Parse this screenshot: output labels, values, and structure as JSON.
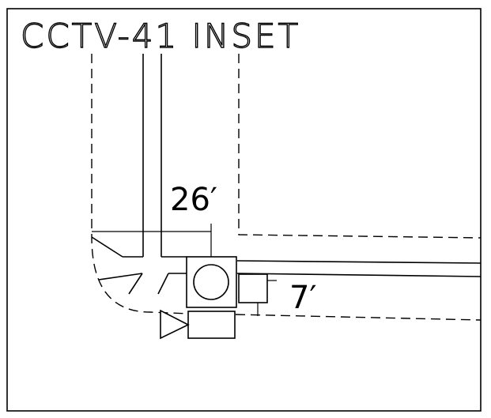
{
  "inset": {
    "title": "CCTV-41 INSET"
  },
  "dimensions": {
    "horizontal_label": "26′",
    "vertical_label": "7′"
  }
}
